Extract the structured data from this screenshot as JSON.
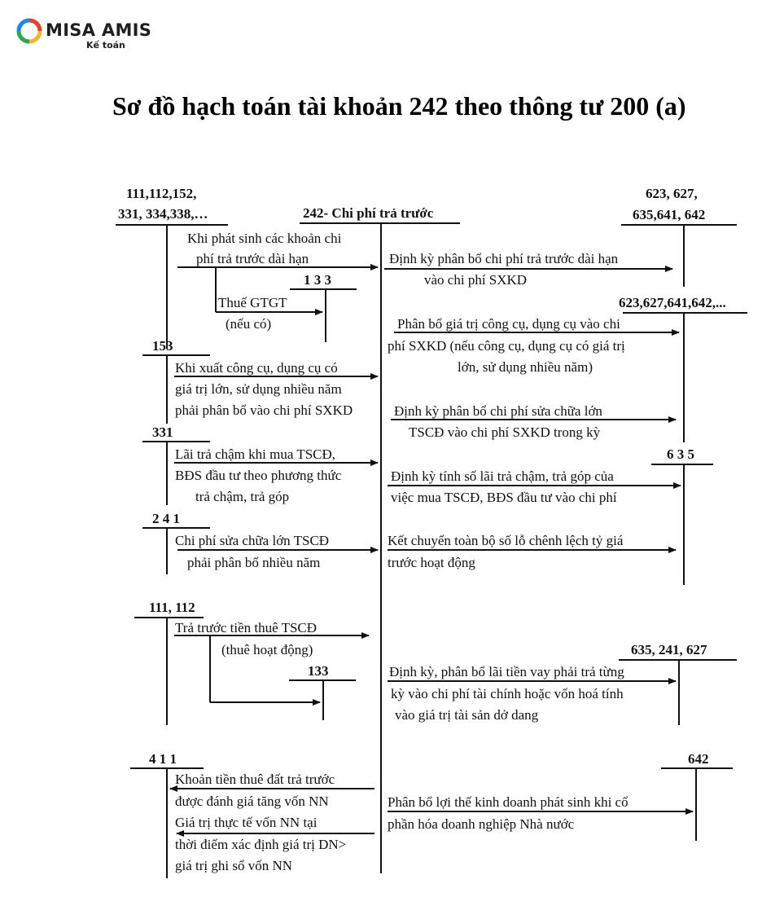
{
  "brand": {
    "name": "MISA AMIS",
    "sub": "Kế toán",
    "colors": [
      "#e8412c",
      "#f6b42b",
      "#2aa84a",
      "#1e88e5"
    ]
  },
  "title": "Sơ đồ hạch toán tài khoản 242 theo thông tư 200 (a)",
  "center_account": "242- Chi phí trả trước",
  "accounts": {
    "a111_l1": "111,112,152,",
    "a111_l2": "331, 334,338,…",
    "a133a": "1 3 3",
    "a153": "153",
    "a331": "331",
    "a241": "2 4 1",
    "a111b": "111, 112",
    "a133b": "133",
    "a411": "4 1 1",
    "r623_l1": "623, 627,",
    "r623_l2": "635,641, 642",
    "r623b": "623,627,641,642,...",
    "r635": "6 3 5",
    "r635b": "635, 241, 627",
    "r642": "642"
  },
  "left_entries": {
    "e1_l1": "Khi phát sinh các khoản chi",
    "e1_l2": "phí trả trước dài hạn",
    "e1_vat_l1": "Thuế GTGT",
    "e1_vat_l2": "(nếu có)",
    "e2_l1": "Khi xuất công cụ, dụng cụ có",
    "e2_l2": "giá trị lớn, sử dụng nhiều năm",
    "e2_l3": "phải phân bổ vào chi phí SXKD",
    "e3_l1": "Lãi trả chậm khi mua TSCĐ,",
    "e3_l2": "BĐS đầu tư theo phương thức",
    "e3_l3": "trả chậm, trả góp",
    "e4_l1": "Chi phí sửa chữa lớn TSCĐ",
    "e4_l2": "phải phân bổ nhiều năm",
    "e5_l1": "Trả trước tiền thuê TSCĐ",
    "e5_l2": "(thuê hoạt động)",
    "e6_l1": "Khoản tiền thuê đất trả trước",
    "e6_l2": "được đánh giá tăng vốn NN",
    "e6_l3": "Giá trị thực tế vốn NN tại",
    "e6_l4": "thời điểm xác định giá trị DN>",
    "e6_l5": "giá trị ghi sổ vốn NN"
  },
  "right_entries": {
    "r1_l1": "Định kỳ phân bổ chi phí trả trước dài hạn",
    "r1_l2": "vào chi phí SXKD",
    "r2_l1": "Phân bổ giá trị công cụ, dụng cụ vào chi",
    "r2_l2": "phí SXKD (nếu công cụ, dụng cụ có giá trị",
    "r2_l3": "lớn, sử dụng nhiều năm)",
    "r3_l1": "Định kỳ phân bổ chi phí sửa chữa lớn",
    "r3_l2": "TSCĐ vào chi phí SXKD trong kỳ",
    "r4_l1": "Định kỳ tính số lãi trả chậm, trả góp của",
    "r4_l2": "việc mua TSCĐ, BĐS đầu tư vào chi phí",
    "r5_l1": "Kết chuyển toàn bộ số lỗ chênh lệch tỷ giá",
    "r5_l2": "trước hoạt động",
    "r6_l1": "Định kỳ, phân bổ lãi tiền vay phải trả từng",
    "r6_l2": "kỳ vào chi phí tài chính hoặc vốn hoá tính",
    "r6_l3": "vào giá trị tài sản dở dang",
    "r7_l1": "Phân bổ lợi thế kinh doanh phát sinh khi cổ",
    "r7_l2": "phần hóa doanh nghiệp Nhà nước"
  }
}
